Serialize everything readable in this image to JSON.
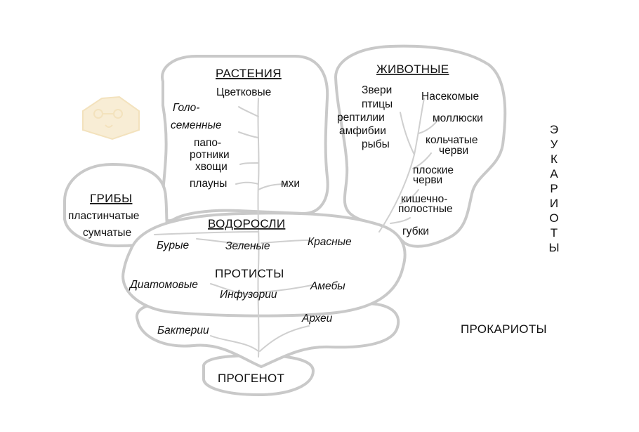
{
  "colors": {
    "outline": "#c9c9c9",
    "branch": "#cfcfcf",
    "text": "#111111",
    "logo": "#f6e7c8"
  },
  "icons": {
    "logo": "bear-icon"
  },
  "plants": {
    "title": "РАСТЕНИЯ",
    "items": [
      "Цветковые",
      "Голо-",
      "семенные",
      "папо-",
      "ротники",
      "хвощи",
      "плауны",
      "мхи"
    ]
  },
  "animals": {
    "title": "ЖИВОТНЫЕ",
    "items": [
      "Звери",
      "птицы",
      "рептилии",
      "амфибии",
      "рыбы",
      "Насекомые",
      "моллюски",
      "кольчатые",
      "черви",
      "плоские",
      "черви",
      "кишечно-",
      "полостные",
      "губки"
    ]
  },
  "fungi": {
    "title": "ГРИБЫ",
    "items": [
      "пластинчатые",
      "сумчатые"
    ]
  },
  "algae": {
    "title": "ВОДОРОСЛИ",
    "items": [
      "Бурые",
      "Зеленые",
      "Красные"
    ]
  },
  "protists": {
    "title": "ПРОТИСТЫ",
    "items": [
      "Диатомовые",
      "Инфузории",
      "Амебы"
    ]
  },
  "prokaryotes": {
    "items": [
      "Бактерии",
      "Археи"
    ],
    "label": "ПРОКАРИОТЫ"
  },
  "root": {
    "label": "ПРОГЕНОТ"
  },
  "eukaryotes": {
    "label": "ЭУКАРИОТЫ"
  }
}
